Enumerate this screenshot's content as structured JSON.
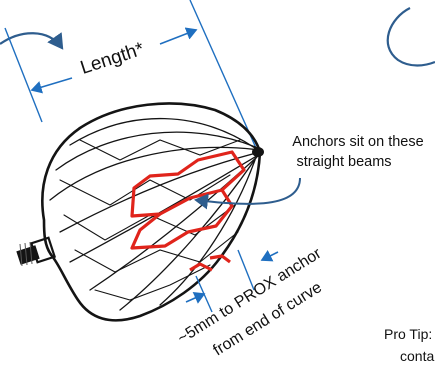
{
  "labels": {
    "length": "Length*",
    "anchors_line1": "Anchors sit on these",
    "anchors_line2": "straight beams",
    "prox_line1": "~5mm to PROX anchor",
    "prox_line2": "from end of curve",
    "pro_tip_line1": "Pro Tip:",
    "pro_tip_line2": "conta"
  },
  "colors": {
    "dimension_line": "#1f6fc0",
    "arrow": "#2e5d8e",
    "anchor_highlight": "#e0241b",
    "frame": "#141414",
    "text": "#111111"
  },
  "icons": {
    "curved_arrow_left": "curved-arrow-icon",
    "curved_arrow_right": "curved-arrow-icon"
  }
}
